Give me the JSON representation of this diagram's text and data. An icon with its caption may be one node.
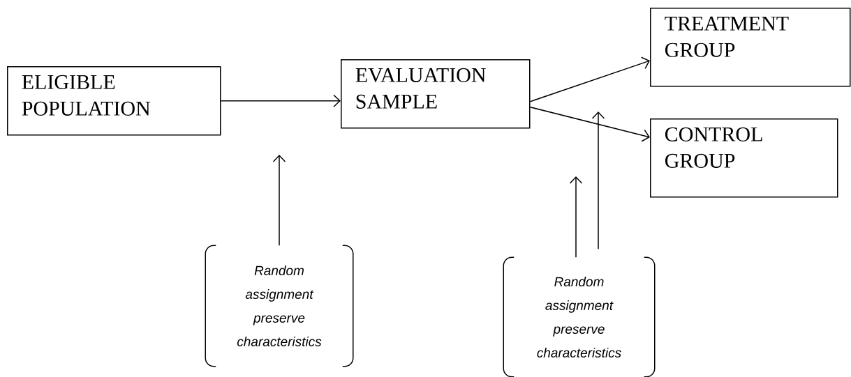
{
  "diagram": {
    "nodes": [
      {
        "text": [
          "ELIGIBLE POPULATION"
        ]
      },
      {
        "text": [
          "EVALUATION SAMPLE"
        ]
      },
      {
        "text": [
          "TREATMENT GROUP"
        ]
      },
      {
        "text": [
          "CONTROL GROUP"
        ]
      },
      {
        "text": [
          "*Random assignment preserve characteristics*"
        ]
      },
      {
        "text": [
          "*Random assignment preserve characteristics*"
        ]
      }
    ],
    "edges": [
      {
        "from": 0,
        "to": 1,
        "arrow": "to"
      },
      {
        "from": 1,
        "to": 2,
        "arrow": "to"
      },
      {
        "from": 1,
        "to": 3,
        "arrow": "to"
      },
      {
        "from": 4,
        "to": null,
        "arrow": "to"
      },
      {
        "from": 5,
        "to": null,
        "arrow": "to"
      },
      {
        "from": 5,
        "to": null,
        "arrow": "to"
      }
    ]
  }
}
